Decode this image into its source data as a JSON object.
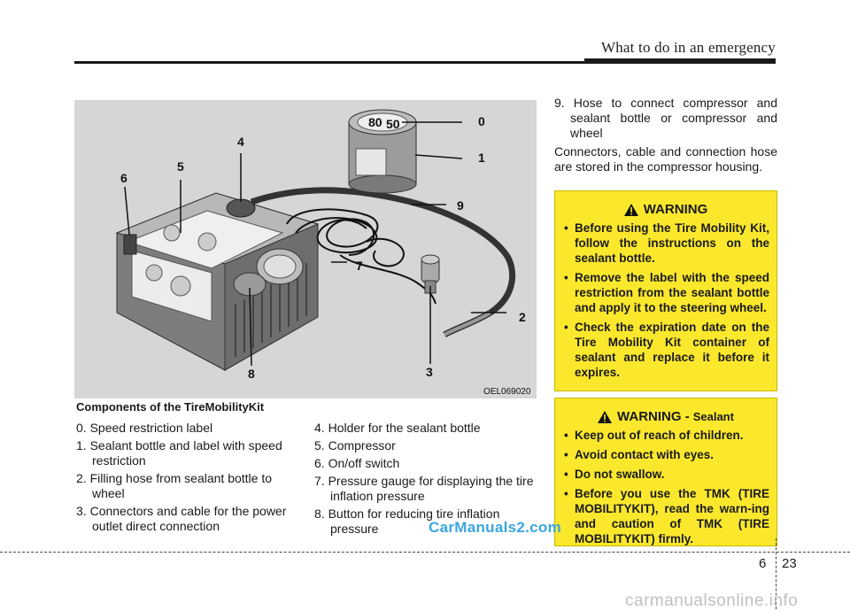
{
  "header": {
    "title": "What to do in an emergency"
  },
  "figure": {
    "code": "OEL069020",
    "caption": "Components of the TireMobilityKit",
    "bottle_marks": [
      "80",
      "50"
    ],
    "callouts": [
      "0",
      "1",
      "2",
      "3",
      "4",
      "5",
      "6",
      "7",
      "8",
      "9"
    ]
  },
  "components_left": [
    {
      "num": "0.",
      "text": "Speed restriction label"
    },
    {
      "num": "1.",
      "text": "Sealant bottle and label with speed restriction"
    },
    {
      "num": "2.",
      "text": "Filling hose from sealant bottle to wheel"
    },
    {
      "num": "3.",
      "text": "Connectors and cable for the power outlet direct connection"
    }
  ],
  "components_right": [
    {
      "num": "4.",
      "text": "Holder for the sealant bottle"
    },
    {
      "num": "5.",
      "text": "Compressor"
    },
    {
      "num": "6.",
      "text": "On/off switch"
    },
    {
      "num": "7.",
      "text": "Pressure gauge for displaying the tire inflation pressure"
    },
    {
      "num": "8.",
      "text": "Button for reducing tire inflation pressure"
    }
  ],
  "right_column": {
    "item9": {
      "num": "9.",
      "text": "Hose to connect compressor and sealant bottle or compressor and wheel"
    },
    "storage_note": "Connectors, cable and connection hose are stored in the compressor housing."
  },
  "warning1": {
    "title": "WARNING",
    "items": [
      "Before using the Tire Mobility Kit, follow the instructions on the sealant bottle.",
      "Remove the label with the speed restriction from the sealant bottle and apply it to the steering wheel.",
      "Check the expiration date on the Tire Mobility Kit container of sealant and replace it before it expires."
    ]
  },
  "warning2": {
    "title": "WARNING -",
    "subtitle": "Sealant",
    "items": [
      "Keep out of reach of children.",
      "Avoid contact with eyes.",
      "Do not swallow.",
      "Before you use the TMK (TIRE MOBILITYKIT), read the warn-ing and caution of TMK (TIRE MOBILITYKIT) firmly."
    ]
  },
  "footer": {
    "chapter": "6",
    "page": "23"
  },
  "watermarks": {
    "inline": "CarManuals2.com",
    "bottom": "carmanualsonline.info"
  },
  "colors": {
    "warning_bg": "#fbe82d",
    "watermark_blue": "#3aa6e0"
  }
}
